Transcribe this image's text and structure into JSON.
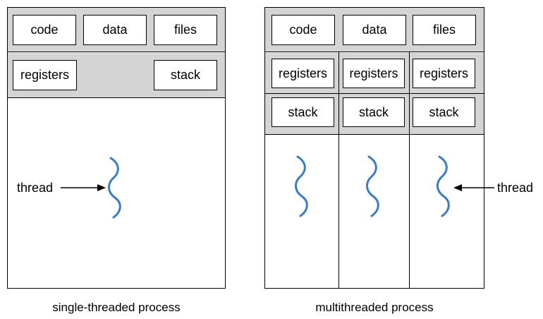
{
  "single": {
    "code": "code",
    "data": "data",
    "files": "files",
    "registers": "registers",
    "stack": "stack",
    "thread_label": "thread",
    "caption": "single-threaded process"
  },
  "multi": {
    "code": "code",
    "data": "data",
    "files": "files",
    "threads": [
      {
        "registers": "registers",
        "stack": "stack"
      },
      {
        "registers": "registers",
        "stack": "stack"
      },
      {
        "registers": "registers",
        "stack": "stack"
      }
    ],
    "thread_label": "thread",
    "caption": "multithreaded process"
  },
  "colors": {
    "thread": "#3a7dc4",
    "shade": "#d4d4d4"
  }
}
